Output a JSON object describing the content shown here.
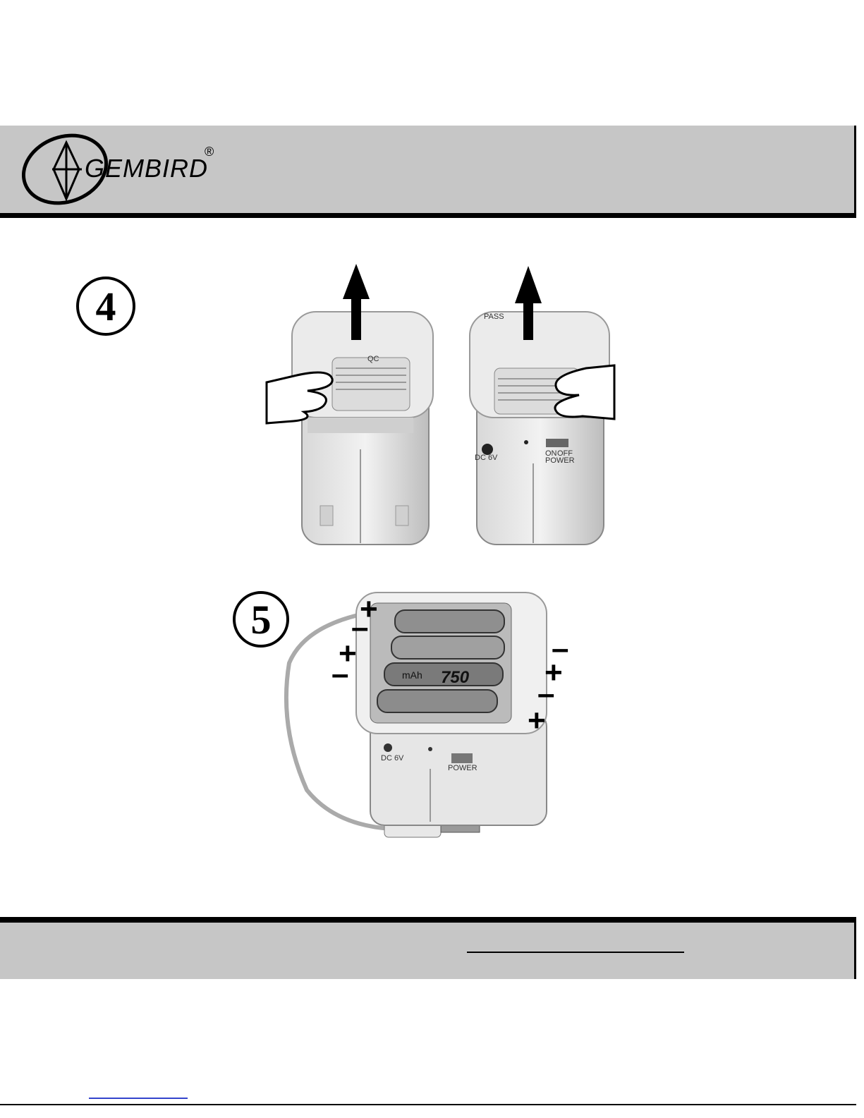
{
  "header": {
    "brand": "GEMBIRD",
    "registered": "®"
  },
  "steps": {
    "step4": "4",
    "step5": "5"
  },
  "device": {
    "dc_label": "DC 6V",
    "power_label": "POWER",
    "on_label": "ON",
    "off_label": "OFF",
    "qc_label": "QC",
    "pass_label": "PASS",
    "battery_capacity": "750",
    "battery_unit": "mAh"
  },
  "polarity": {
    "left": [
      "+",
      "–",
      "+",
      "–"
    ],
    "right": [
      "–",
      "+",
      "–",
      "+"
    ]
  }
}
